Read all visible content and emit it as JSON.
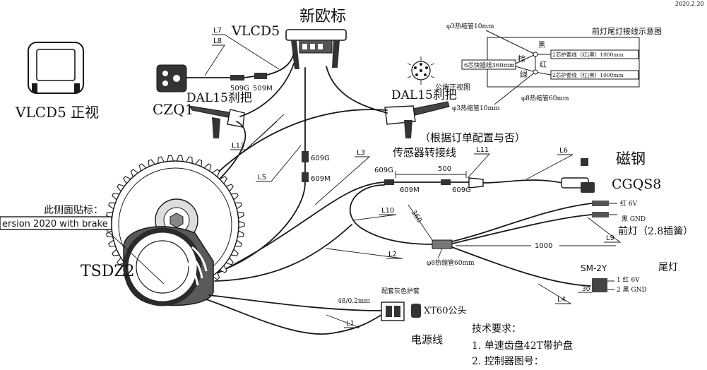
{
  "date": "2020.2.20",
  "display": {
    "standard": "新欧标",
    "model": "VLCD5",
    "front_view": "VLCD5 正视"
  },
  "remote": {
    "model": "CZQ1"
  },
  "brakes": {
    "left": "DAL15刹把",
    "right": "DAL15刹把"
  },
  "connectors": {
    "c509g": "509G",
    "c509m": "509M",
    "c609g_top": "609G",
    "c609m_top": "609M",
    "c609g_sensor_left": "609G",
    "c609m_sensor": "609M",
    "c609g_sensor_right": "609G"
  },
  "cable_labels": {
    "l7": "L7",
    "l8": "L8",
    "l13": "L13",
    "l5": "L5",
    "l3": "L3",
    "l11": "L11",
    "l6": "L6",
    "l10": "L10",
    "l2": "L2",
    "l9": "L9",
    "l4": "L4",
    "l1": "L1"
  },
  "pin_view": {
    "label": "公端正视图"
  },
  "light_wiring": {
    "title": "前灯尾灯接线示意图",
    "heatshrink_top": "φ3热缩管10mm",
    "heatshrink_bottom": "φ3热缩管10mm",
    "heatshrink_center": "φ8热缩管60mm",
    "six_core": "6芯快插线360mm",
    "two_core_top": "2芯护套线（红|黑）1000mm",
    "two_core_bottom": "2芯护套线（红|黑）1000mm",
    "wire_black": "黑",
    "wire_brown": "棕",
    "wire_red": "红",
    "wire_green": "绿"
  },
  "sensor_adapter": {
    "note": "（根据订单配置与否）",
    "title": "传感器转接线",
    "length": "500"
  },
  "speed_sensor": {
    "magnet": "磁钢",
    "model": "CGQS8"
  },
  "front_light": {
    "red": "红 6V",
    "black": "黑 GND",
    "title": "前灯（2.8插簧）",
    "length": "1000"
  },
  "light_cable": {
    "length": "360",
    "heatshrink": "φ8热缩管60mm"
  },
  "tail_light": {
    "model": "SM-2Y",
    "title": "尾灯",
    "pin1": "1 红 6V",
    "pin2": "2 黑 GND",
    "dim": "30"
  },
  "motor": {
    "model": "TSDZ2",
    "label_note": "此侧面贴标：",
    "label_text": "ersion 2020 with brake"
  },
  "power": {
    "wire_spec": "48/0.2mm",
    "sheath": "配套灰色护套",
    "plug": "XT60公头",
    "title": "电源线"
  },
  "requirements": {
    "title": "技术要求：",
    "item1": "1. 单速齿盘42T带护盘",
    "item2": "2. 控制器图号："
  }
}
